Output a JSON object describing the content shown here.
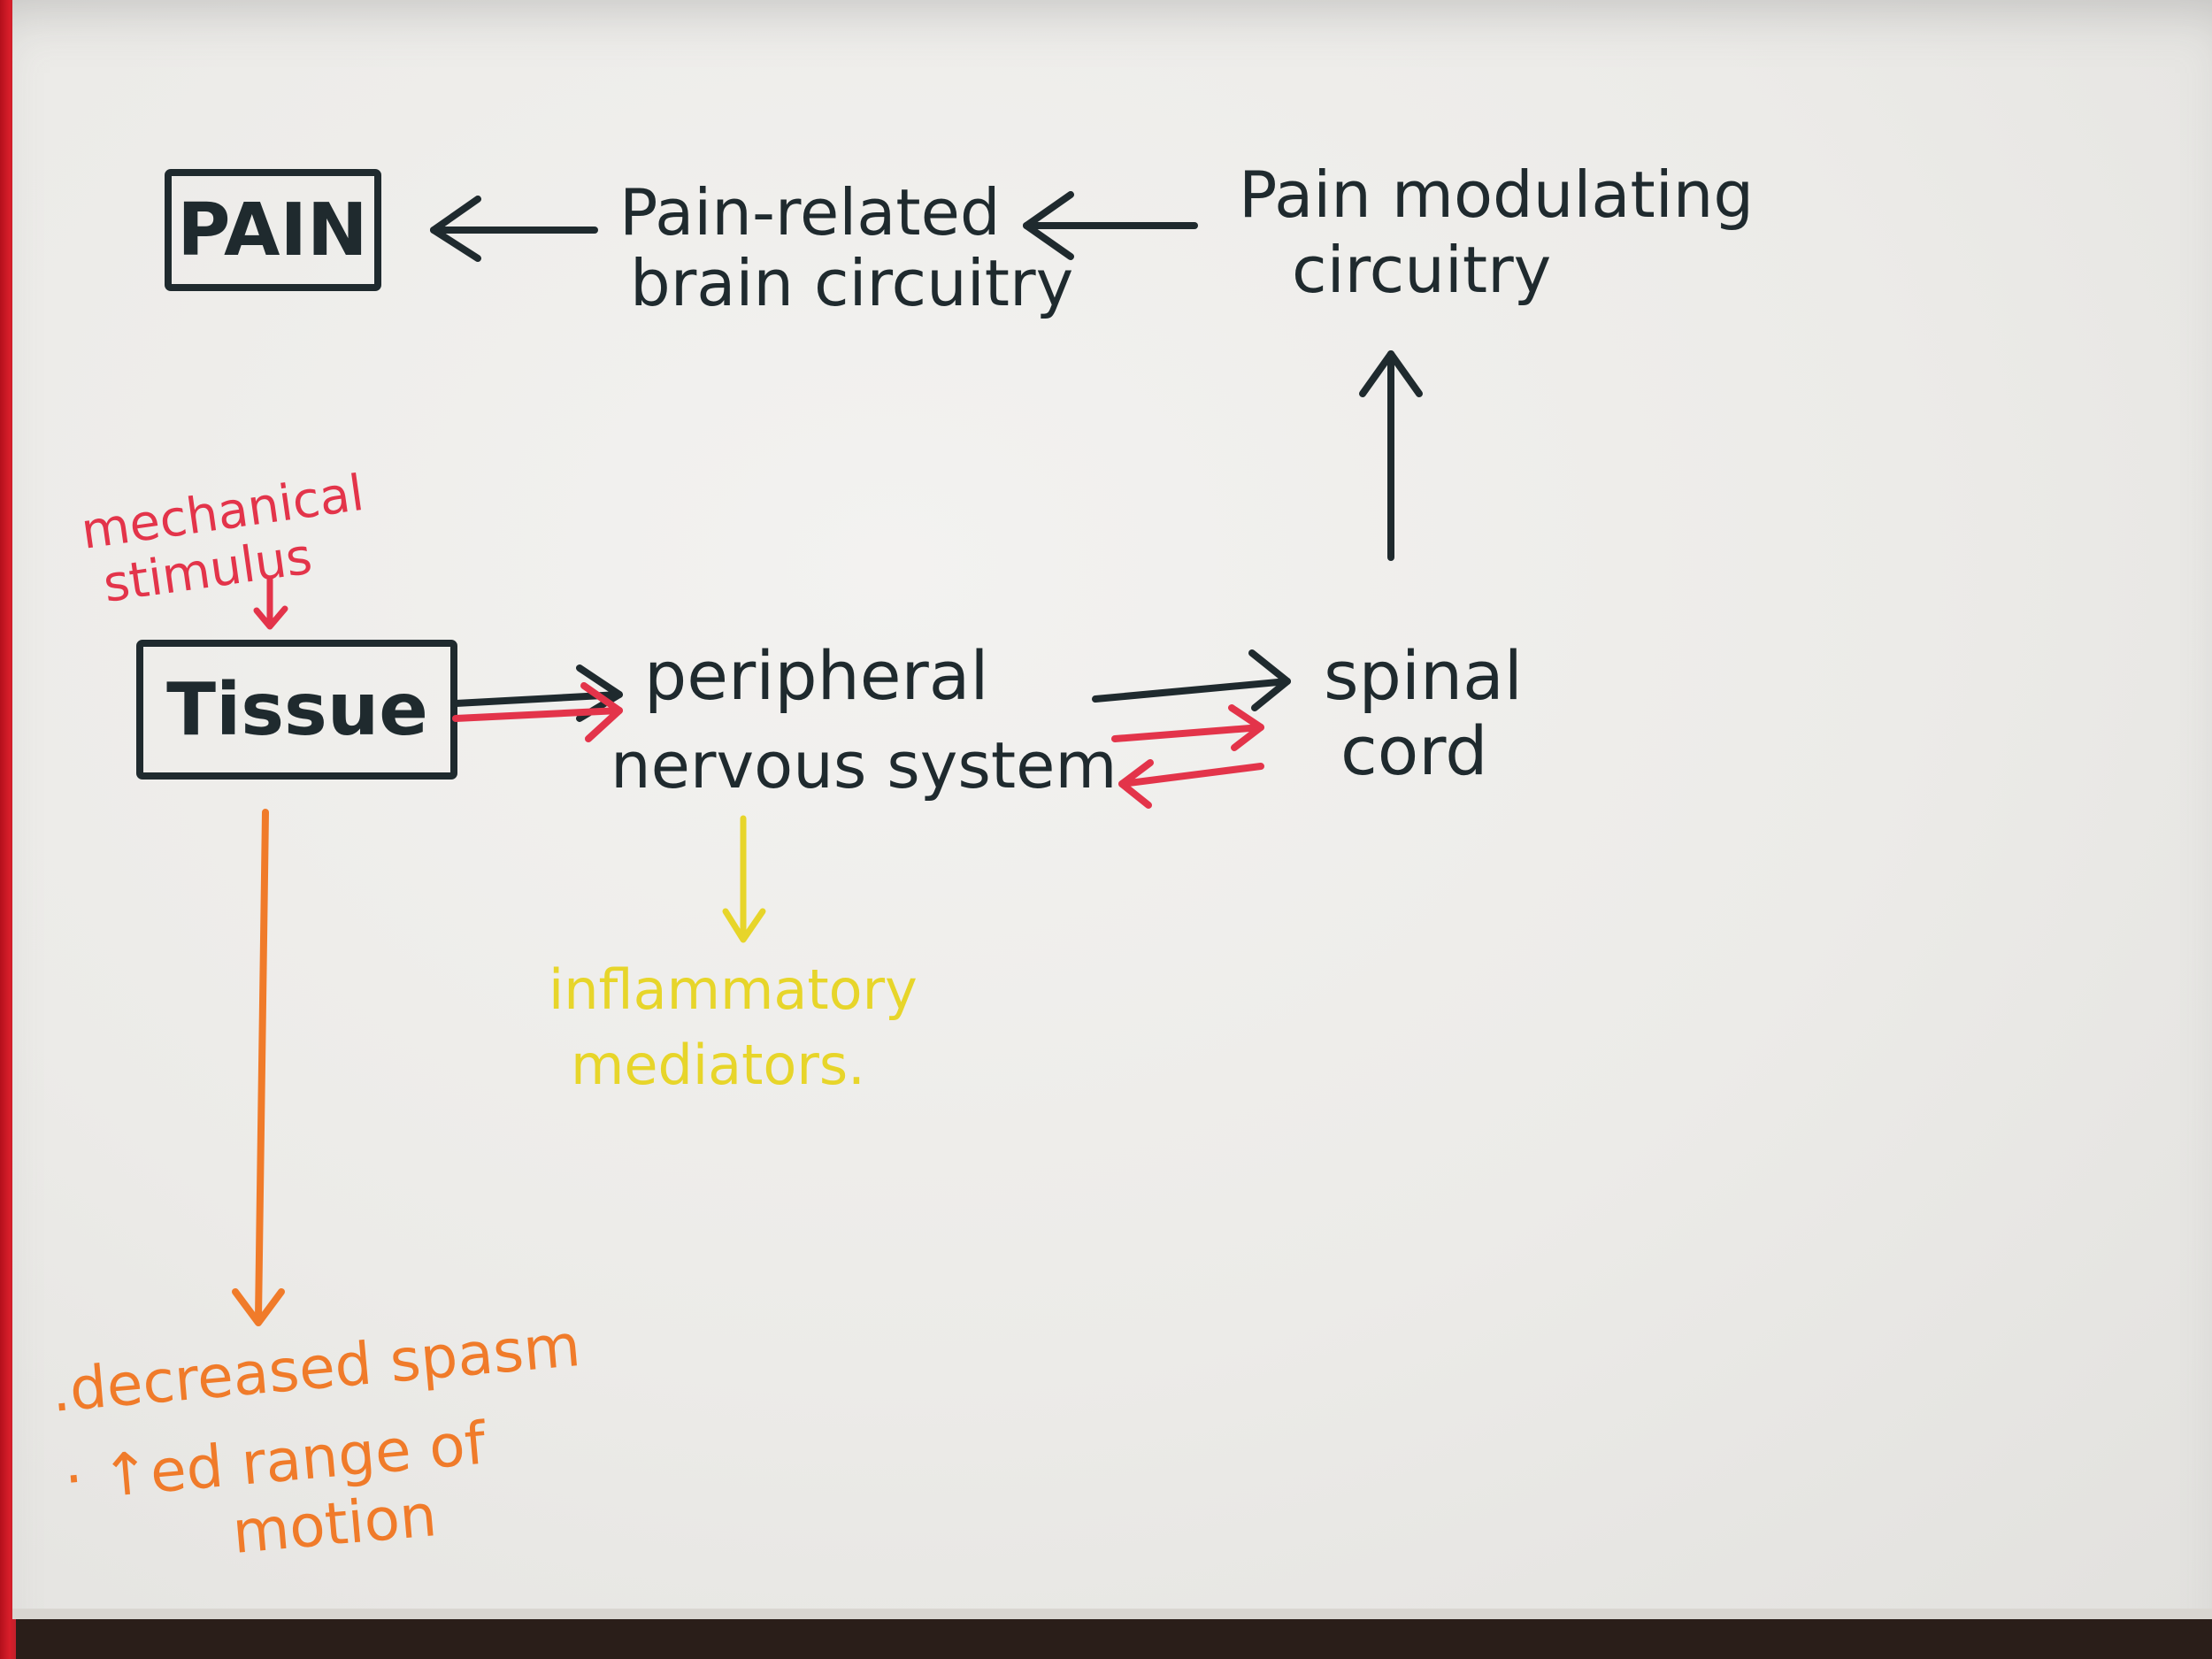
{
  "colors": {
    "ink_black": "#1f2a2e",
    "ink_red": "#e3344a",
    "ink_yellow": "#e7d52a",
    "ink_orange": "#f07b2a",
    "paper": "#ecebe8"
  },
  "nodes": {
    "pain": "PAIN",
    "pain_related_line1": "Pain-related",
    "pain_related_line2": "brain circuitry",
    "pain_modulating_line1": "Pain modulating",
    "pain_modulating_line2": "circuitry",
    "tissue": "Tissue",
    "peripheral_line1": "peripheral",
    "peripheral_line2": "nervous system",
    "spinal_line1": "spinal",
    "spinal_line2": "cord"
  },
  "annotations": {
    "mechanical_line1": "mechanical",
    "mechanical_line2": "stimulus",
    "inflammatory_line1": "inflammatory",
    "inflammatory_line2": "mediators.",
    "outcome_line1": ".decreased spasm",
    "outcome_line2": "· ↑ed range of",
    "outcome_line3": "motion"
  }
}
